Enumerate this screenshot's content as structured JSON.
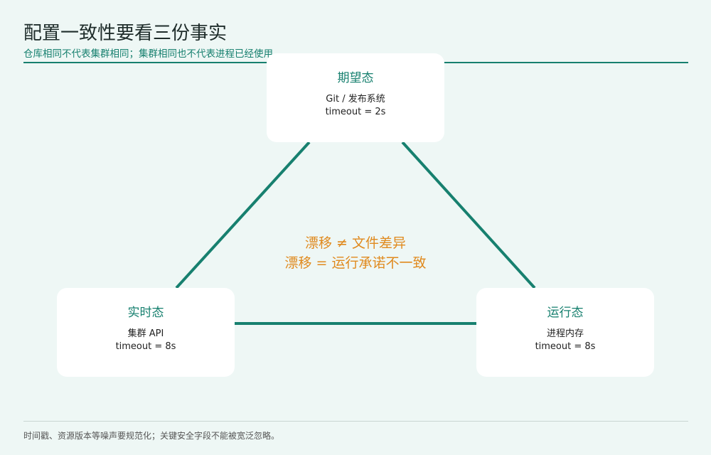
{
  "header": {
    "title": "配置一致性要看三份事实",
    "subtitle": "仓库相同不代表集群相同；集群相同也不代表进程已经使用。"
  },
  "nodes": {
    "expected": {
      "title": "期望态",
      "source": "Git / 发布系统",
      "timeout": "timeout = 2s"
    },
    "actual": {
      "title": "实时态",
      "source": "集群 API",
      "timeout": "timeout = 8s"
    },
    "runtime": {
      "title": "运行态",
      "source": "进程内存",
      "timeout": "timeout = 8s"
    }
  },
  "center_note": {
    "line1": "漂移 ≠ 文件差异",
    "line2": "漂移 = 运行承诺不一致"
  },
  "footer": {
    "text": "时间戳、资源版本等噪声要规范化；关键安全字段不能被宽泛忽略。"
  },
  "colors": {
    "accent": "#17806f",
    "highlight": "#e08a1e",
    "background": "#eef7f5"
  }
}
